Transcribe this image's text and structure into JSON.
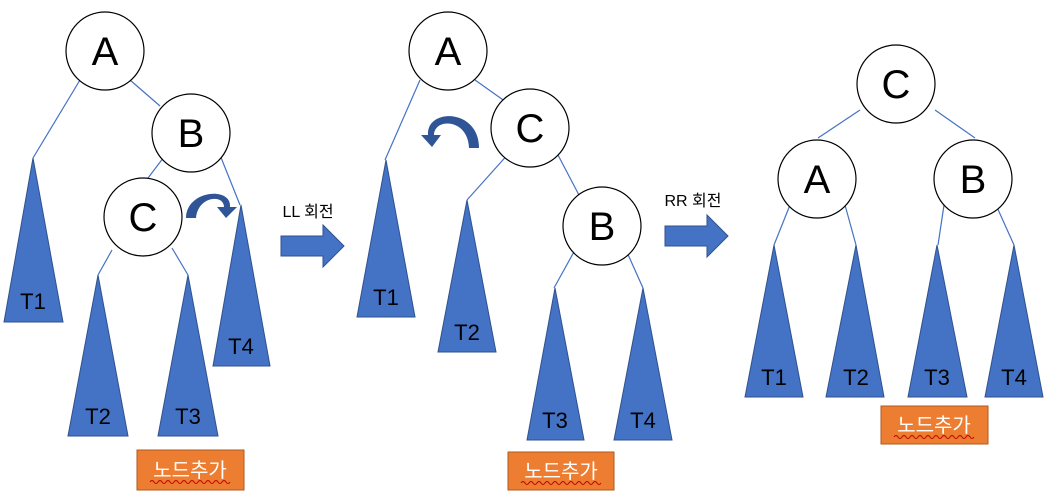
{
  "colors": {
    "node_fill": "#ffffff",
    "node_stroke": "#000000",
    "edge": "#4472c4",
    "subtree_fill": "#4472c4",
    "subtree_stroke": "#2f528f",
    "arrow_fill": "#4472c4",
    "rotate_arrow": "#2f5597",
    "tag_fill": "#ed7d31",
    "tag_stroke": "#ae5a21",
    "tag_text": "#ffffff",
    "squiggle": "#c00000"
  },
  "steps": {
    "ll": "LL 회전",
    "rr": "RR 회전"
  },
  "tag": "노드추가",
  "trees": [
    {
      "nodes": [
        "A",
        "B",
        "C"
      ],
      "subtrees": [
        "T1",
        "T2",
        "T3",
        "T4"
      ]
    },
    {
      "nodes": [
        "A",
        "C",
        "B"
      ],
      "subtrees": [
        "T1",
        "T2",
        "T3",
        "T4"
      ]
    },
    {
      "nodes": [
        "C",
        "A",
        "B"
      ],
      "subtrees": [
        "T1",
        "T2",
        "T3",
        "T4"
      ]
    }
  ]
}
